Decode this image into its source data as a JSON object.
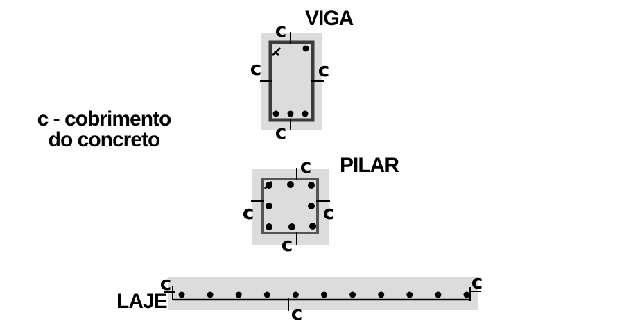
{
  "legend": {
    "line1": "c - cobrimento",
    "line2": "do concreto"
  },
  "cover_label": "c",
  "viga": {
    "title": "VIGA",
    "top_bars": 2,
    "bottom_bars": 3
  },
  "pilar": {
    "title": "PILAR",
    "bars": 8
  },
  "laje": {
    "title": "LAJE",
    "bars": 11
  },
  "colors": {
    "concrete": "#dcdcdc",
    "stirrup": "#3c3c3c",
    "bar": "#000000"
  }
}
